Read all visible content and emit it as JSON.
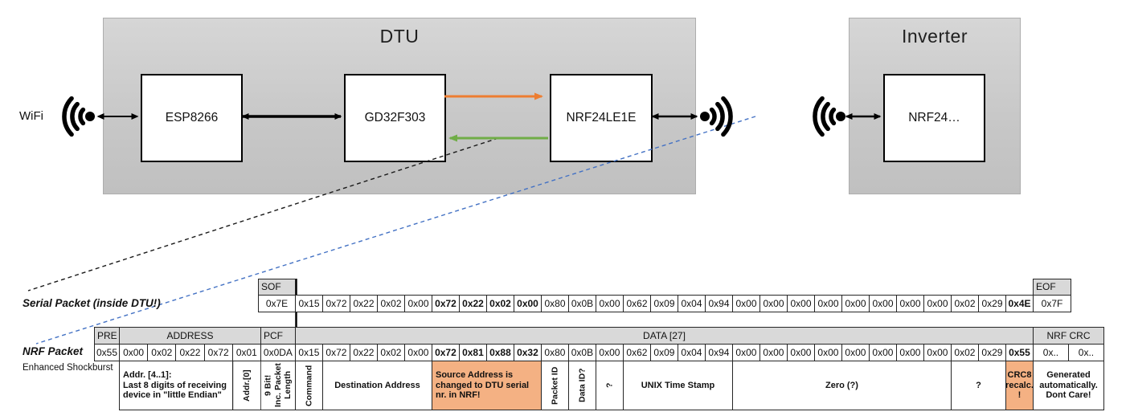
{
  "diagram": {
    "wifi_label": "WiFi",
    "dtu": {
      "title": "DTU",
      "components": [
        "ESP8266",
        "GD32F303",
        "NRF24LE1E"
      ]
    },
    "inverter": {
      "title": "Inverter",
      "component": "NRF24…"
    },
    "colors": {
      "orange_arrow": "#ED7D31",
      "green_arrow": "#70AD47",
      "blue_dashed": "#4472C4",
      "black": "#000000"
    }
  },
  "serial_packet": {
    "label": "Serial Packet (inside DTU!)",
    "sof_header": "SOF",
    "sof_value": "0x7E",
    "eof_header": "EOF",
    "eof_value": "0x7F",
    "bytes": [
      {
        "v": "0x15",
        "c": "green-dark"
      },
      {
        "v": "0x72",
        "c": "green"
      },
      {
        "v": "0x22",
        "c": "green"
      },
      {
        "v": "0x02",
        "c": "green"
      },
      {
        "v": "0x00",
        "c": "green"
      },
      {
        "v": "0x72",
        "c": "gold",
        "bold": true
      },
      {
        "v": "0x22",
        "c": "gold",
        "bold": true
      },
      {
        "v": "0x02",
        "c": "gold",
        "bold": true
      },
      {
        "v": "0x00",
        "c": "gold",
        "bold": true
      },
      {
        "v": "0x80",
        "c": "blue"
      },
      {
        "v": "0x0B",
        "c": "green"
      },
      {
        "v": "0x00",
        "c": "green"
      },
      {
        "v": "0x62",
        "c": "gray"
      },
      {
        "v": "0x09",
        "c": "gray"
      },
      {
        "v": "0x04",
        "c": "gray"
      },
      {
        "v": "0x94",
        "c": "gray"
      },
      {
        "v": "0x00",
        "c": "green"
      },
      {
        "v": "0x00",
        "c": "green"
      },
      {
        "v": "0x00",
        "c": "green"
      },
      {
        "v": "0x00",
        "c": "green"
      },
      {
        "v": "0x00",
        "c": "green"
      },
      {
        "v": "0x00",
        "c": "green"
      },
      {
        "v": "0x00",
        "c": "green"
      },
      {
        "v": "0x00",
        "c": "green"
      },
      {
        "v": "0x02",
        "c": "gray"
      },
      {
        "v": "0x29",
        "c": "gray"
      },
      {
        "v": "0x4E",
        "c": "amber",
        "bold": true
      }
    ]
  },
  "nrf_packet": {
    "label": "NRF Packet",
    "sublabel": "Enhanced Shockburst",
    "pre_header": "PRE",
    "pre_value": "0x55",
    "address_header": "ADDRESS",
    "address_values": [
      "0x00",
      "0x02",
      "0x22",
      "0x72",
      "0x01"
    ],
    "pcf_header": "PCF",
    "pcf_value": "0x0DA",
    "data_header": "DATA [27]",
    "crc_header": "NRF CRC",
    "crc_values": [
      "0x..",
      "0x.."
    ],
    "bytes": [
      {
        "v": "0x15",
        "c": "green-dark"
      },
      {
        "v": "0x72",
        "c": "green"
      },
      {
        "v": "0x22",
        "c": "green"
      },
      {
        "v": "0x02",
        "c": "green"
      },
      {
        "v": "0x00",
        "c": "green"
      },
      {
        "v": "0x72",
        "c": "salmon",
        "bold": true
      },
      {
        "v": "0x81",
        "c": "salmon",
        "bold": true
      },
      {
        "v": "0x88",
        "c": "salmon",
        "bold": true
      },
      {
        "v": "0x32",
        "c": "salmon",
        "bold": true
      },
      {
        "v": "0x80",
        "c": "blue"
      },
      {
        "v": "0x0B",
        "c": "green"
      },
      {
        "v": "0x00",
        "c": "green"
      },
      {
        "v": "0x62",
        "c": "gray"
      },
      {
        "v": "0x09",
        "c": "gray"
      },
      {
        "v": "0x04",
        "c": "gray"
      },
      {
        "v": "0x94",
        "c": "gray"
      },
      {
        "v": "0x00",
        "c": "green"
      },
      {
        "v": "0x00",
        "c": "green"
      },
      {
        "v": "0x00",
        "c": "green"
      },
      {
        "v": "0x00",
        "c": "green"
      },
      {
        "v": "0x00",
        "c": "green"
      },
      {
        "v": "0x00",
        "c": "green"
      },
      {
        "v": "0x00",
        "c": "green"
      },
      {
        "v": "0x00",
        "c": "green"
      },
      {
        "v": "0x02",
        "c": "gray"
      },
      {
        "v": "0x29",
        "c": "gray"
      },
      {
        "v": "0x55",
        "c": "salmon",
        "bold": true
      }
    ]
  },
  "annotations": [
    {
      "text": "Addr. [4..1]:\nLast 8 digits of receiving\ndevice in \"little Endian\"",
      "align": "left"
    },
    {
      "text": "Addr.[0]",
      "vertical": true
    },
    {
      "text": "9 Bit!\nInc. Packet\nLength",
      "vertical": true
    },
    {
      "text": "Command",
      "vertical": true
    },
    {
      "text": "Destination Address"
    },
    {
      "text": "Source Address is\nchanged to DTU serial\nnr. in NRF!",
      "bg": "salmon",
      "align": "left"
    },
    {
      "text": "Packet ID",
      "vertical": true
    },
    {
      "text": "Data ID?",
      "vertical": true
    },
    {
      "text": "?",
      "vertical": true
    },
    {
      "text": "UNIX Time Stamp"
    },
    {
      "text": "Zero (?)"
    },
    {
      "text": "?"
    },
    {
      "text": "CRC8\nrecalc.\n!",
      "bg": "salmon"
    },
    {
      "text": "Generated\nautomatically.\nDont Care!"
    }
  ]
}
